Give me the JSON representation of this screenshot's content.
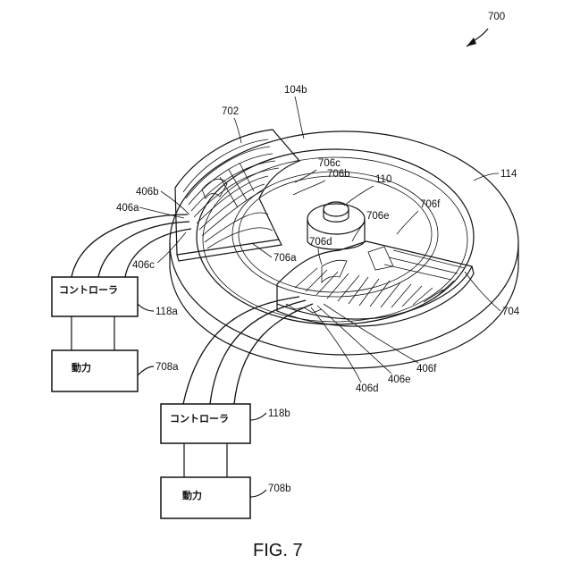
{
  "figure": {
    "title": "FIG. 7",
    "ref_main": "700"
  },
  "components": {
    "controller_a": {
      "label": "コントローラ",
      "ref": "118a"
    },
    "power_a": {
      "label": "動力",
      "ref": "708a"
    },
    "controller_b": {
      "label": "コントローラ",
      "ref": "118b"
    },
    "power_b": {
      "label": "動力",
      "ref": "708b"
    }
  },
  "labels": {
    "plate_ref": "104b",
    "heater_a_ref": "702",
    "heater_b_ref": "704",
    "outer_ref": "114",
    "center_ref": "110",
    "arm_a": "706a",
    "arm_b": "706b",
    "arm_c": "706c",
    "arm_d": "706d",
    "arm_e": "706e",
    "arm_f": "706f",
    "lead_a": "406a",
    "lead_b": "406b",
    "lead_c": "406c",
    "lead_d": "406d",
    "lead_e": "406e",
    "lead_f": "406f"
  }
}
